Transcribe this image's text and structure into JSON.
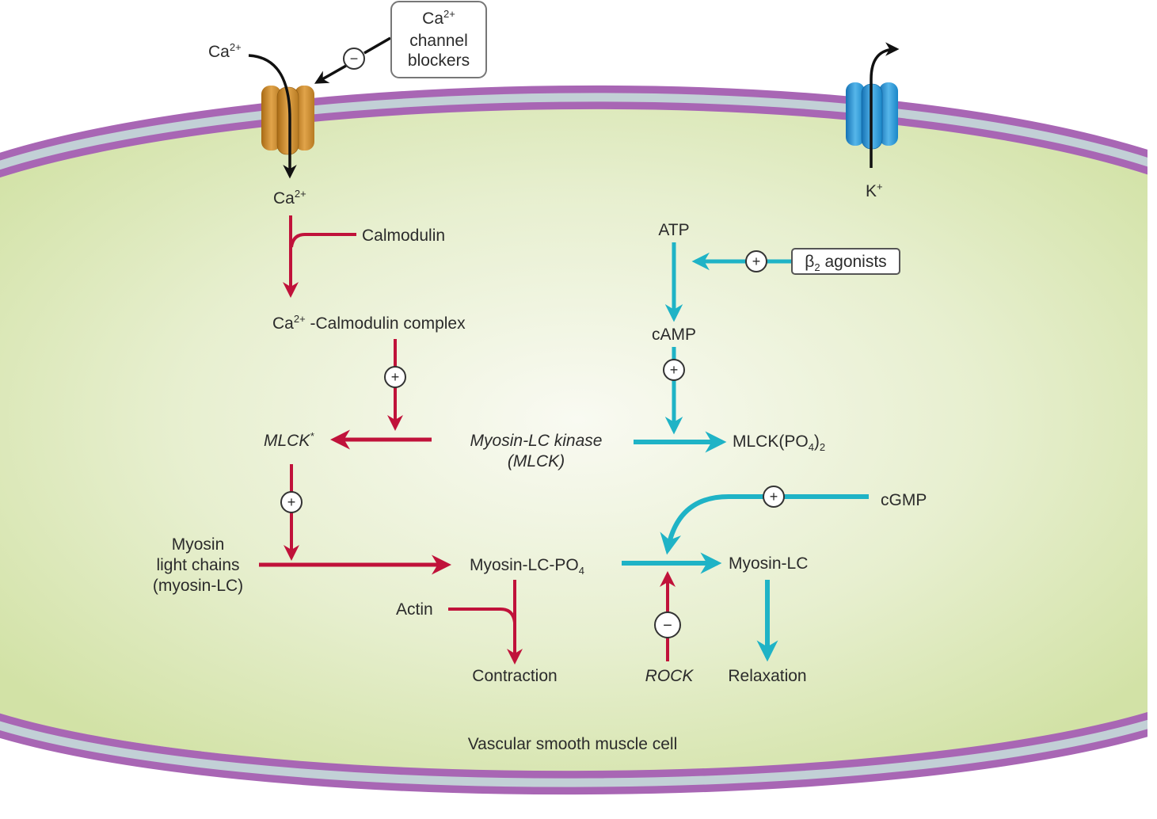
{
  "diagram": {
    "title": "Vascular smooth muscle cell",
    "colors": {
      "contraction_pathway": "#c0123a",
      "relaxation_pathway": "#1fb3c6",
      "membrane_outer": "#a866b4",
      "membrane_inner": "#c2d0d6",
      "cytoplasm": "#d3e3a8",
      "cytoplasm_center": "#f7f8ee",
      "ca_channel": "#c98a2a",
      "k_channel": "#1f8fd0",
      "text": "#2b2b2b"
    },
    "extracellular": {
      "ca_in_label": "Ca",
      "ca_in_charge": "2+",
      "blocker_box": {
        "line1_base": "Ca",
        "line1_charge": "2+",
        "line2": "channel",
        "line3": "blockers"
      },
      "blocker_effect": "−"
    },
    "channels": {
      "ca_channel": "Ca2+ channel",
      "k_channel": "K+ channel"
    },
    "nodes": {
      "ca_intracellular": {
        "base": "Ca",
        "charge": "2+"
      },
      "k_intracellular": {
        "base": "K",
        "charge": "+"
      },
      "calmodulin": "Calmodulin",
      "ca_calmodulin_complex": {
        "base": "Ca",
        "charge": "2+",
        "rest": " -Calmodulin complex"
      },
      "mlck_active": {
        "base": "MLCK",
        "mark": "*"
      },
      "mlck": {
        "line1": "Myosin-LC kinase",
        "line2": "(MLCK)"
      },
      "mlck_po4": {
        "pre": "MLCK(PO",
        "sub1": "4",
        "mid": ")",
        "sub2": "2"
      },
      "atp": "ATP",
      "camp": "cAMP",
      "b2_agonists": {
        "beta": "β",
        "sub": "2",
        "rest": " agonists"
      },
      "cgmp": "cGMP",
      "myosin_lc_chains": {
        "line1": "Myosin",
        "line2": "light chains",
        "line3": "(myosin-LC)"
      },
      "myosin_lc_po4": {
        "pre": "Myosin-LC-PO",
        "sub": "4"
      },
      "myosin_lc": "Myosin-LC",
      "actin": "Actin",
      "contraction": "Contraction",
      "rock": "ROCK",
      "relaxation": "Relaxation"
    },
    "effects": {
      "plus": "+",
      "minus": "−"
    }
  }
}
